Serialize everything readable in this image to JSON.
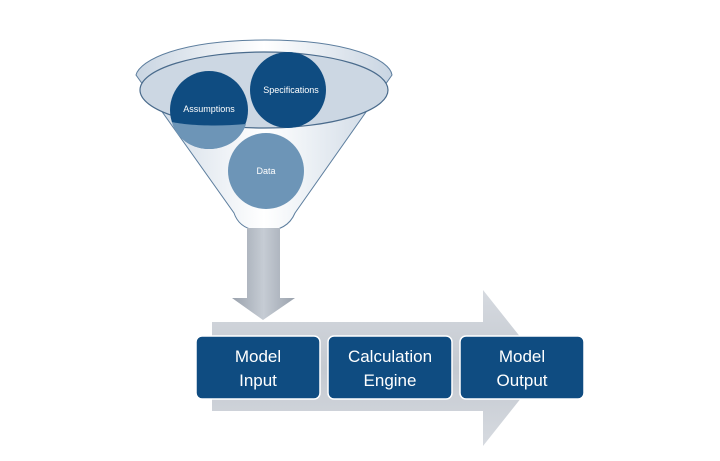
{
  "funnel": {
    "inputs": [
      {
        "id": "assumptions",
        "label": "Assumptions"
      },
      {
        "id": "specifications",
        "label": "Specifications"
      },
      {
        "id": "data",
        "label": "Data"
      }
    ]
  },
  "process": {
    "steps": [
      {
        "id": "model-input",
        "line1": "Model",
        "line2": "Input"
      },
      {
        "id": "calculation-engine",
        "line1": "Calculation",
        "line2": "Engine"
      },
      {
        "id": "model-output",
        "line1": "Model",
        "line2": "Output"
      }
    ]
  },
  "colors": {
    "dark_blue": "#0f4c81",
    "mid_blue": "#6d95b7",
    "light_blue": "#bccbdc",
    "funnel_fill": "#dbe2ea",
    "funnel_stroke": "#5d7e9e",
    "arrow_gray": "#bec4cc",
    "down_arrow_gray": "#a9b0ba"
  }
}
